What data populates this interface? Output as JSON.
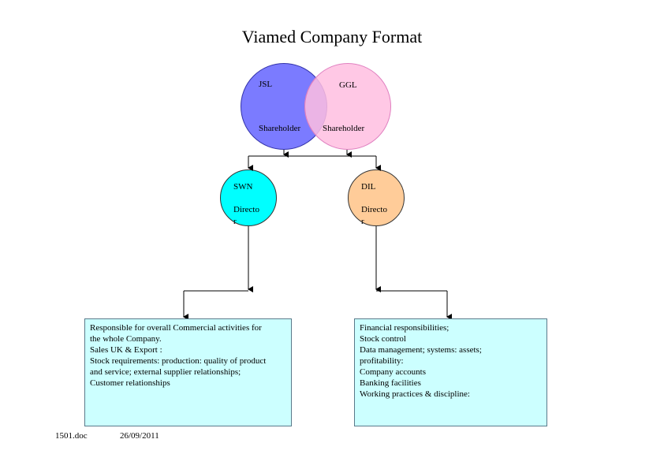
{
  "title": "Viamed Company Format",
  "shareholders": {
    "left": {
      "name": "JSL",
      "role": "Shareholder",
      "color": "#7b7bff"
    },
    "right": {
      "name": "GGL",
      "role": "Shareholder",
      "color": "#ffc8e6"
    }
  },
  "directors": {
    "left": {
      "name": "SWN",
      "role": "Directo\nr",
      "color": "#00ffff"
    },
    "right": {
      "name": "DIL",
      "role": "Directo\nr",
      "color": "#ffcc99"
    }
  },
  "boxes": {
    "left": "Responsible for overall Commercial activities for\nthe whole Company.\nSales UK & Export :\nStock requirements: production: quality of product\nand service; external supplier relationships;\nCustomer relationships",
    "right": "Financial responsibilities;\nStock control\nData management; systems: assets;\nprofitability:\nCompany accounts\nBanking facilities\nWorking practices &  discipline:"
  },
  "footer": {
    "filename": "1501.doc",
    "date": "26/09/2011"
  }
}
